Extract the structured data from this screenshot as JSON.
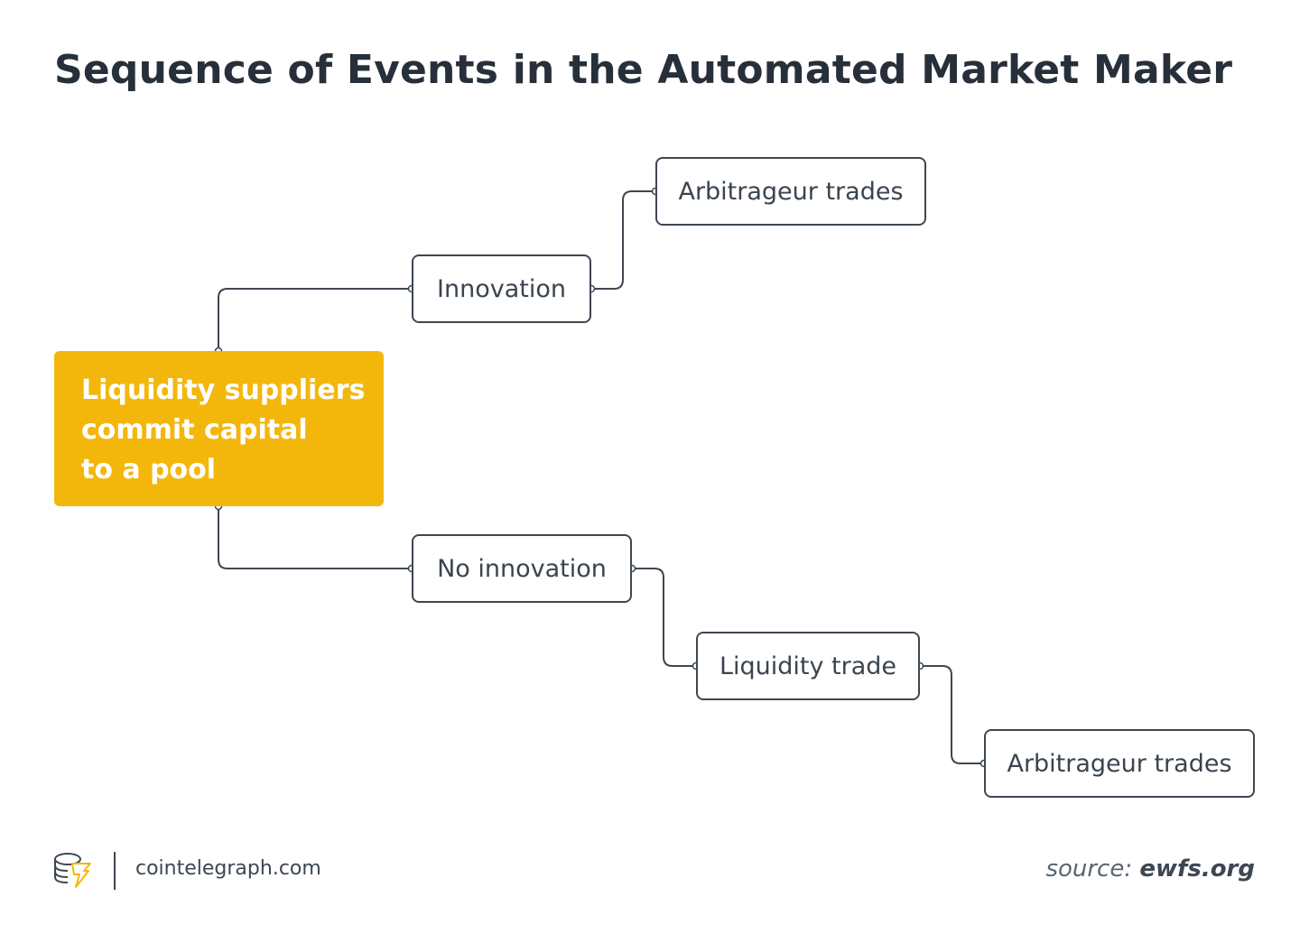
{
  "title": "Sequence of Events in the Automated Market Maker",
  "main_node": {
    "lines": [
      "Liquidity suppliers",
      "commit capital",
      "to a pool"
    ],
    "color": "#f3b70c"
  },
  "nodes": {
    "innovation": "Innovation",
    "arbitrageur_top": "Arbitrageur trades",
    "no_innovation": "No innovation",
    "liquidity_trade": "Liquidity trade",
    "arbitrageur_bottom": "Arbitrageur trades"
  },
  "footer": {
    "brand": "cointelegraph.com",
    "source_label": "source:",
    "source_value": "ewfs.org"
  }
}
